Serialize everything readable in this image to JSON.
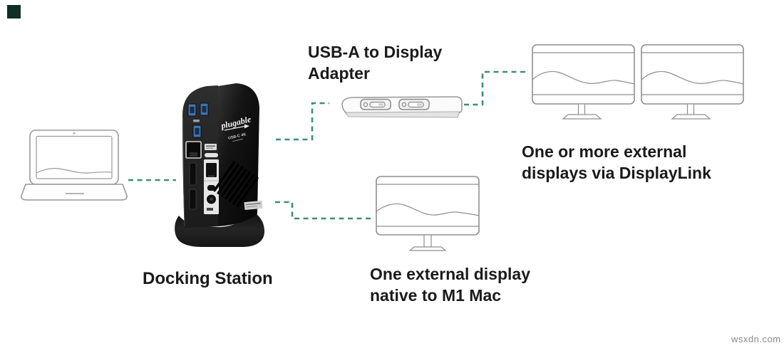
{
  "labels": {
    "adapter": {
      "line1": "USB-A to Display",
      "line2": "Adapter"
    },
    "displaylink": {
      "line1": "One or more external",
      "line2": "displays via DisplayLink"
    },
    "native": {
      "line1": "One external display",
      "line2": "native to M1 Mac"
    },
    "dock": "Docking Station"
  },
  "dock_device": {
    "brand": "plugable",
    "model": "USB-C 4K"
  },
  "watermark": "wsxdn.com",
  "colors": {
    "connector_teal": "#3f8e77",
    "label_text": "#1a1a1a",
    "device_outline": "#8f8f8f",
    "usb_port_blue": "#3f74ad",
    "dock_body_black": "#181818",
    "watermark_gray": "#8a8a8a",
    "corner_square": "#112e28"
  },
  "diagram": {
    "nodes": [
      "laptop",
      "docking-station",
      "usb-a-display-adapter",
      "displaylink-monitors",
      "native-monitor"
    ],
    "edges": [
      [
        "laptop",
        "docking-station"
      ],
      [
        "docking-station",
        "usb-a-display-adapter"
      ],
      [
        "usb-a-display-adapter",
        "displaylink-monitors"
      ],
      [
        "docking-station",
        "native-monitor"
      ]
    ]
  }
}
